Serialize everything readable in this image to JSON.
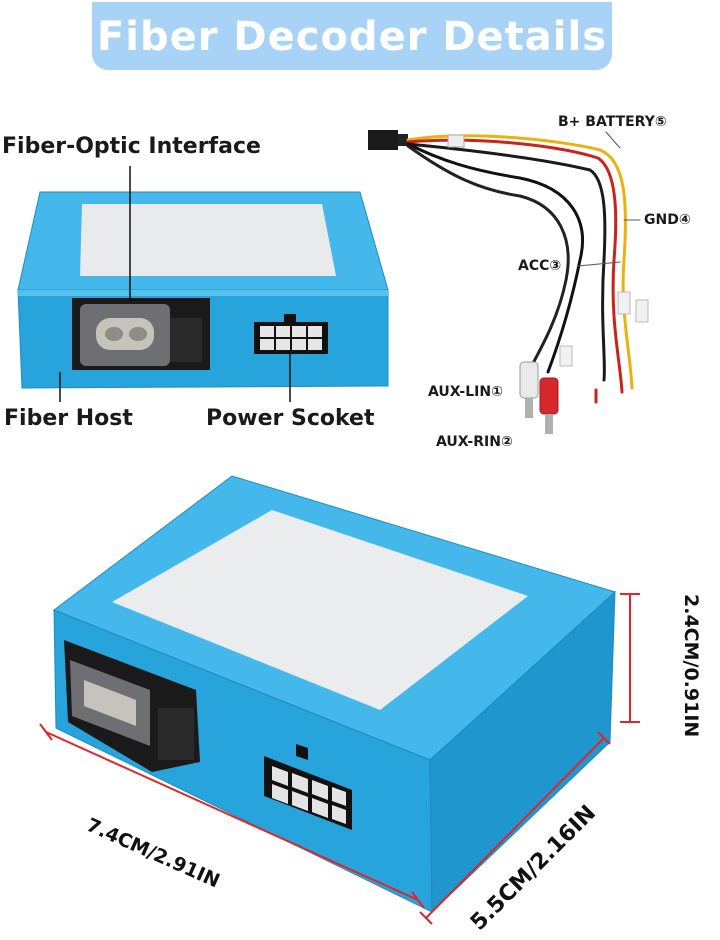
{
  "banner": {
    "title": "Fiber Decoder Details"
  },
  "labels": {
    "fiber_optic_interface": "Fiber-Optic Interface",
    "fiber_host": "Fiber Host",
    "power_socket": "Power Scoket"
  },
  "wires": {
    "battery": "B+ BATTERY⑤",
    "gnd": "GND④",
    "acc": "ACC③",
    "aux_lin": "AUX-LIN①",
    "aux_rin": "AUX-RIN②"
  },
  "dimensions": {
    "length": "7.4CM/2.91IN",
    "width": "5.5CM/2.16IN",
    "height": "2.4CM/0.91IN"
  },
  "colors": {
    "banner": "#a8d3f7",
    "box": "#27a4dc",
    "dimension_line": "#e0262b"
  }
}
